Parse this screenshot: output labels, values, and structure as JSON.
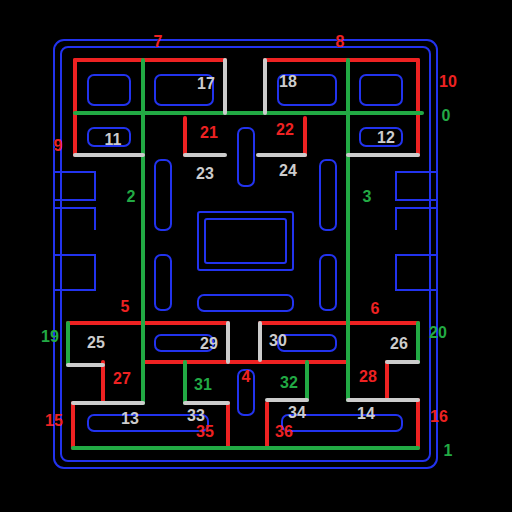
{
  "diagram": {
    "labels": [
      "7",
      "8",
      "10",
      "0",
      "17",
      "18",
      "9",
      "11",
      "21",
      "22",
      "12",
      "23",
      "24",
      "2",
      "3",
      "5",
      "6",
      "19",
      "25",
      "29",
      "30",
      "26",
      "20",
      "27",
      "4",
      "28",
      "31",
      "32",
      "15",
      "13",
      "33",
      "35",
      "34",
      "36",
      "14",
      "16",
      "1"
    ]
  }
}
